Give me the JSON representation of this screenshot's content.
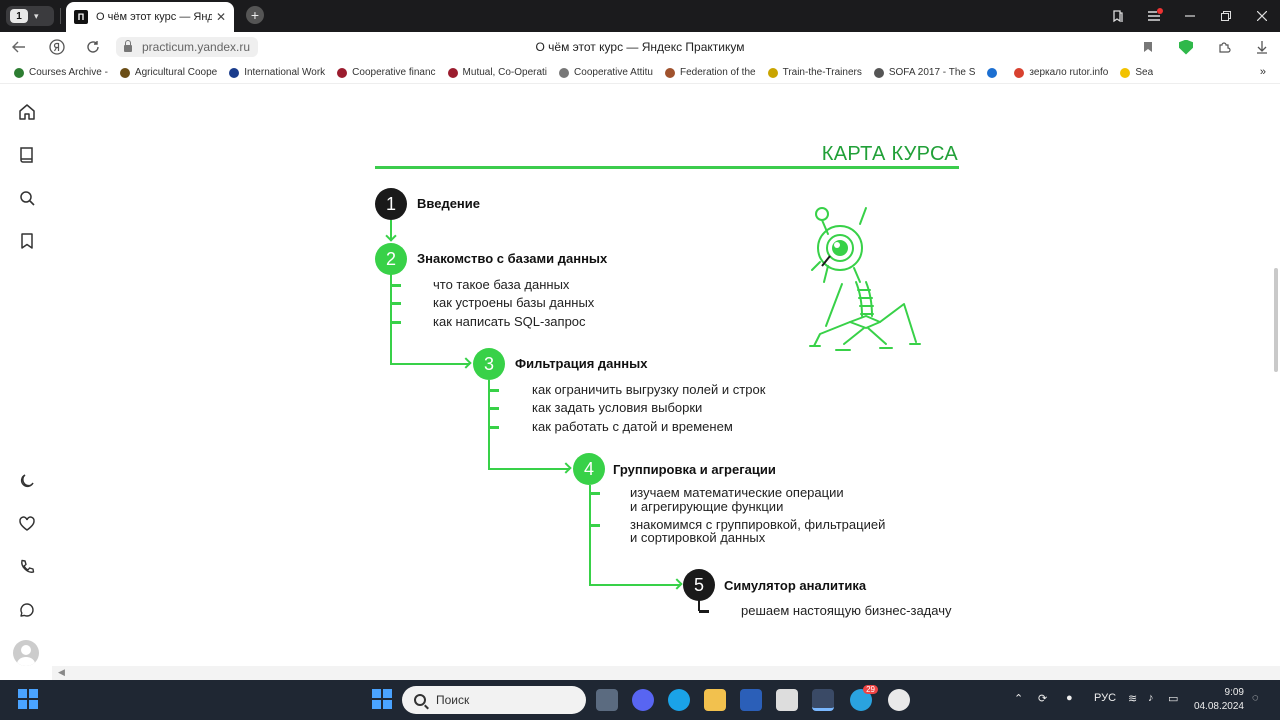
{
  "browser": {
    "tab_count": "1",
    "tab_title": "О чём этот курс — Яндекс Практикум",
    "tab_favicon": "П",
    "url": "practicum.yandex.ru",
    "page_title": "О чём этот курс — Яндекс Практикум",
    "bookmarks": [
      {
        "label": "Courses Archive - ",
        "color": "#2d7d32"
      },
      {
        "label": "Agricultural Coope",
        "color": "#6b4e16"
      },
      {
        "label": "International Work",
        "color": "#1a3c8c"
      },
      {
        "label": "Cooperative financ",
        "color": "#9b1c2e"
      },
      {
        "label": "Mutual, Co-Operati",
        "color": "#9b1c2e"
      },
      {
        "label": "Cooperative Attitu",
        "color": "#777777"
      },
      {
        "label": "Federation of the ",
        "color": "#a0522d"
      },
      {
        "label": "Train-the-Trainers ",
        "color": "#c9a400"
      },
      {
        "label": "SOFA 2017 - The S",
        "color": "#555555"
      },
      {
        "label": "",
        "color": "#1c6fd1"
      },
      {
        "label": "зеркало rutor.info",
        "color": "#d8412f"
      },
      {
        "label": "Sea",
        "color": "#f2c200"
      }
    ],
    "bookmarks_more": "»"
  },
  "sidebar": {
    "items": [
      "home-icon",
      "book-icon",
      "search-icon",
      "bookmark-icon"
    ],
    "bottom_items": [
      "moon-icon",
      "heart-icon",
      "phone-icon",
      "chat-icon"
    ]
  },
  "course_map": {
    "title": "КАРТА КУРСА",
    "accent_color": "#38d148",
    "steps": [
      {
        "number": "1",
        "title": "Введение",
        "items": []
      },
      {
        "number": "2",
        "title": "Знакомство с базами данных",
        "items": [
          "что такое база данных",
          "как устроены базы данных",
          "как написать SQL-запрос"
        ]
      },
      {
        "number": "3",
        "title": "Фильтрация данных",
        "items": [
          "как ограничить выгрузку полей и строк",
          "как задать условия выборки",
          "как работать с датой и временем"
        ]
      },
      {
        "number": "4",
        "title": "Группировка и агрегации",
        "items": [
          "изучаем математические операции",
          "и агрегирующие функции",
          "знакомимся с группировкой, фильтрацией",
          "и сортировкой данных"
        ]
      },
      {
        "number": "5",
        "title": "Симулятор аналитика",
        "items": [
          "решаем настоящую бизнес-задачу"
        ]
      }
    ]
  },
  "taskbar": {
    "search_placeholder": "Поиск",
    "language": "РУС",
    "time": "9:09",
    "date": "04.08.2024",
    "telegram_badge": "29"
  }
}
